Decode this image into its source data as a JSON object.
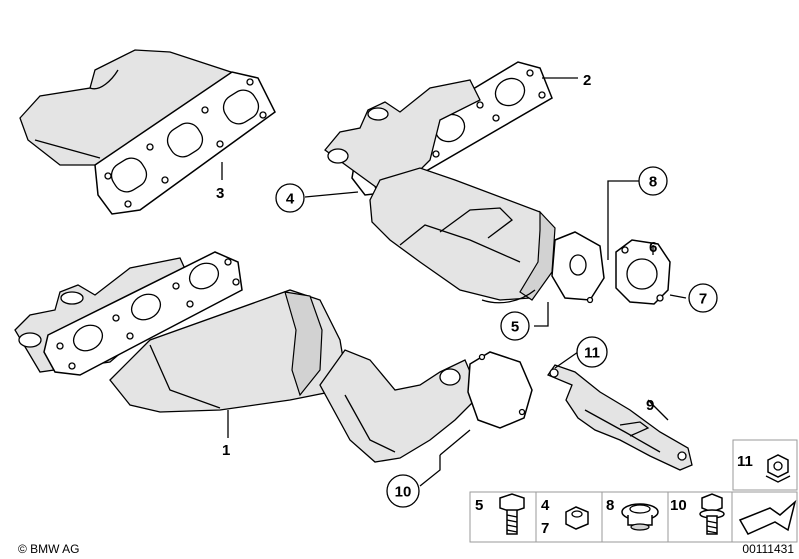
{
  "callouts": {
    "c1": "1",
    "c2": "2",
    "c3": "3",
    "c4": "4",
    "c5": "5",
    "c6": "6",
    "c7": "7",
    "c8": "8",
    "c9": "9",
    "c10": "10",
    "c11": "11"
  },
  "legend": {
    "l11": "11",
    "l5": "5",
    "l4": "4",
    "l7": "7",
    "l8": "8",
    "l10": "10"
  },
  "footer": {
    "copyright": "© BMW AG",
    "diagram_number": "00111431"
  }
}
